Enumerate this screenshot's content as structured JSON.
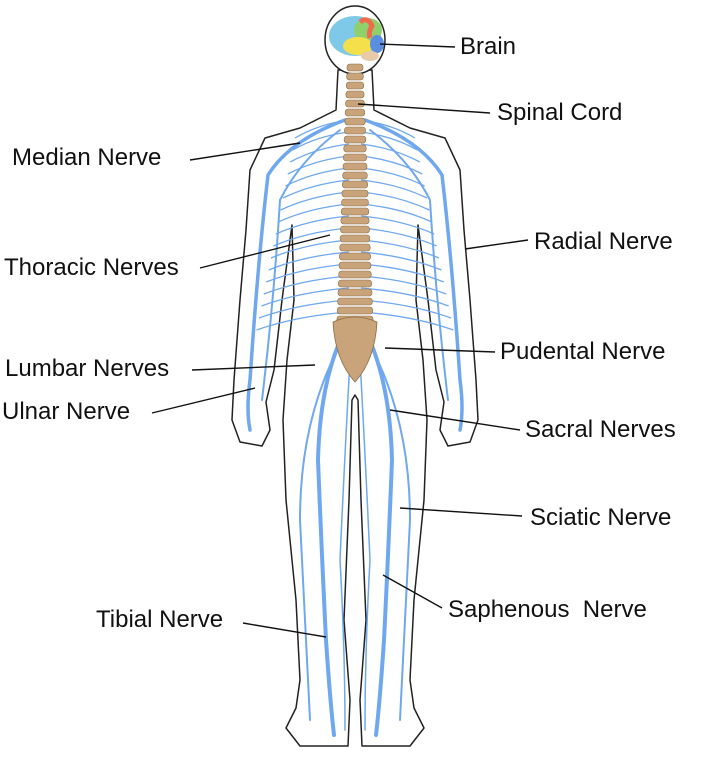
{
  "title": "Human nervous system diagram",
  "colors": {
    "nerve": "#6fa8ee",
    "bone": "#c9a47a",
    "outline": "#222222",
    "leader": "#111111"
  },
  "labels": {
    "brain": "Brain",
    "spinal_cord": "Spinal Cord",
    "median_nerve": "Median Nerve",
    "radial_nerve": "Radial Nerve",
    "thoracic_nerves": "Thoracic Nerves",
    "pudental_nerve": "Pudental Nerve",
    "lumbar_nerves": "Lumbar Nerves",
    "ulnar_nerve": "Ulnar Nerve",
    "sacral_nerves": "Sacral Nerves",
    "sciatic_nerve": "Sciatic Nerve",
    "saphenous_nerve": "Saphenous  Nerve",
    "tibial_nerve": "Tibial Nerve"
  }
}
